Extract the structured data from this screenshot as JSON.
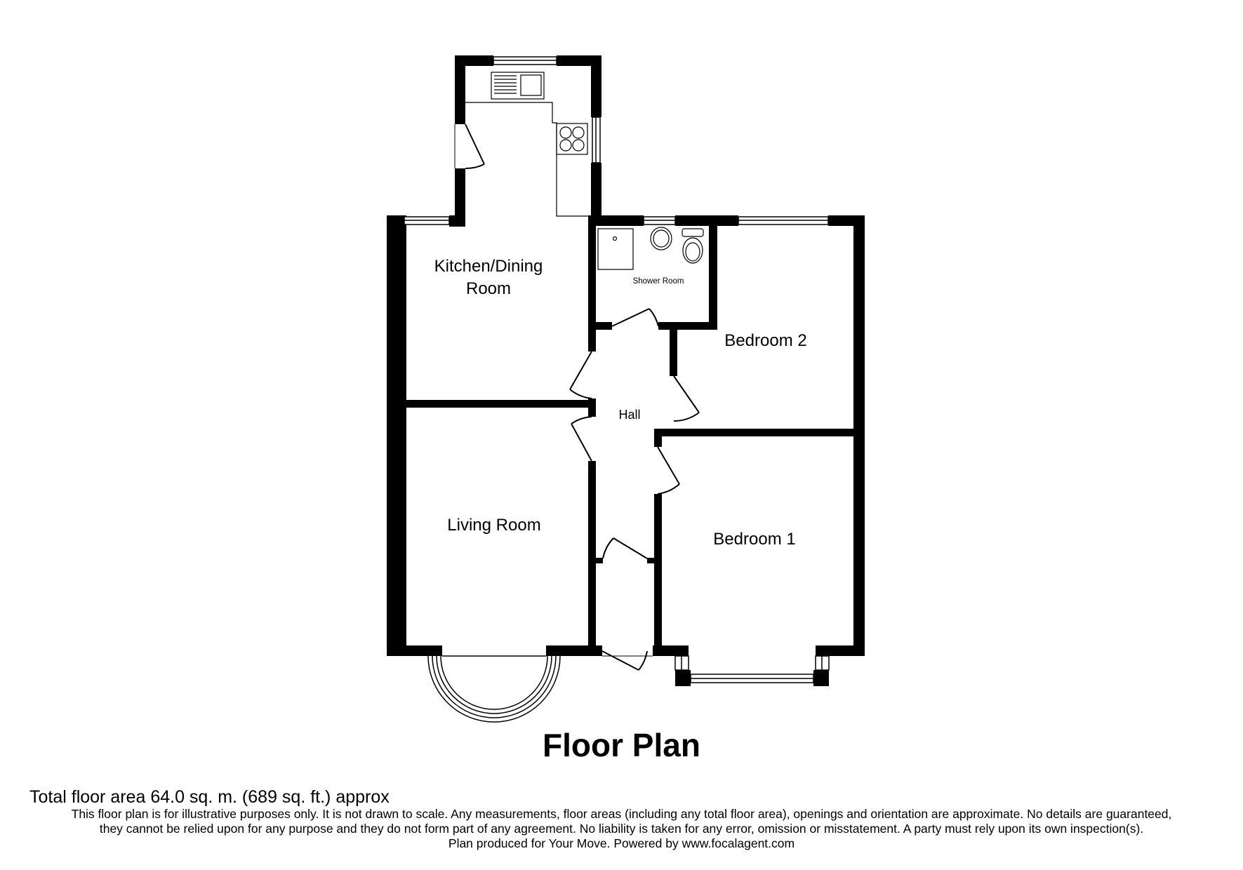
{
  "rooms": {
    "kitchen_line1": "Kitchen/Dining",
    "kitchen_line2": "Room",
    "shower_room": "Shower Room",
    "bedroom2": "Bedroom 2",
    "hall": "Hall",
    "living_room": "Living Room",
    "bedroom1": "Bedroom 1"
  },
  "title": "Floor Plan",
  "total_area": "Total floor area 64.0 sq. m. (689 sq. ft.) approx",
  "disclaimer": {
    "line1": "This floor plan is for illustrative purposes only. It is not drawn to scale. Any measurements, floor areas (including any total floor area), openings and orientation are approximate. No details are guaranteed,",
    "line2": "they cannot be relied upon for any purpose and they do not form part of any agreement. No liability is taken for any error, omission or misstatement. A party must rely upon its own inspection(s).",
    "line3": "Plan produced for Your Move. Powered by www.focalagent.com"
  },
  "colors": {
    "wall": "#000000",
    "background": "#ffffff"
  }
}
